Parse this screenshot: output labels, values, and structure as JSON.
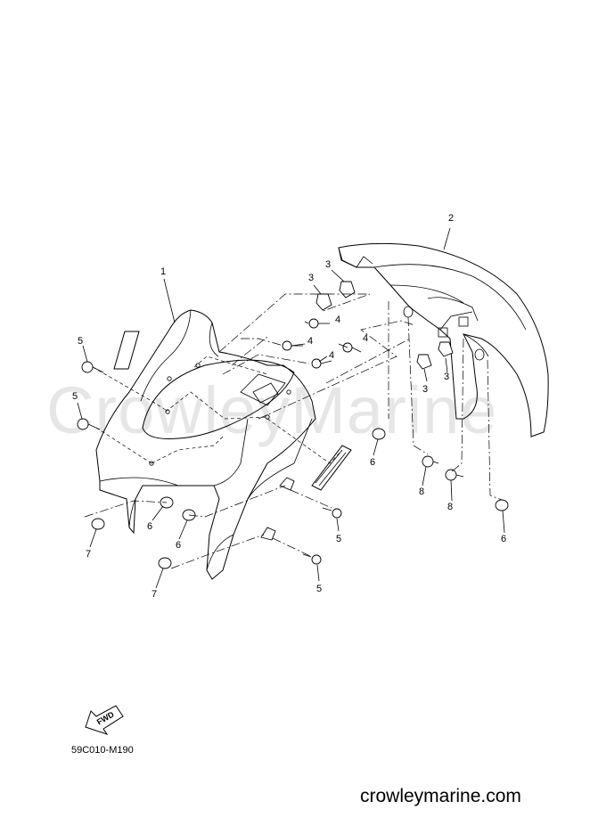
{
  "watermark": "CrowleyMarine",
  "callouts": [
    {
      "id": "c1",
      "label": "1"
    },
    {
      "id": "c2",
      "label": "2"
    },
    {
      "id": "c3a",
      "label": "3"
    },
    {
      "id": "c3b",
      "label": "3"
    },
    {
      "id": "c3c",
      "label": "3"
    },
    {
      "id": "c3d",
      "label": "3"
    },
    {
      "id": "c4a",
      "label": "4"
    },
    {
      "id": "c4b",
      "label": "4"
    },
    {
      "id": "c4c",
      "label": "4"
    },
    {
      "id": "c4d",
      "label": "4"
    },
    {
      "id": "c5a",
      "label": "5"
    },
    {
      "id": "c5b",
      "label": "5"
    },
    {
      "id": "c5c",
      "label": "5"
    },
    {
      "id": "c5d",
      "label": "5"
    },
    {
      "id": "c6a",
      "label": "6"
    },
    {
      "id": "c6b",
      "label": "6"
    },
    {
      "id": "c6c",
      "label": "6"
    },
    {
      "id": "c6d",
      "label": "6"
    },
    {
      "id": "c7a",
      "label": "7"
    },
    {
      "id": "c7b",
      "label": "7"
    },
    {
      "id": "c8a",
      "label": "8"
    },
    {
      "id": "c8b",
      "label": "8"
    }
  ],
  "fwd_label": "FWD",
  "diagram_code": "59C010-M190",
  "website": "crowleymarine.com"
}
